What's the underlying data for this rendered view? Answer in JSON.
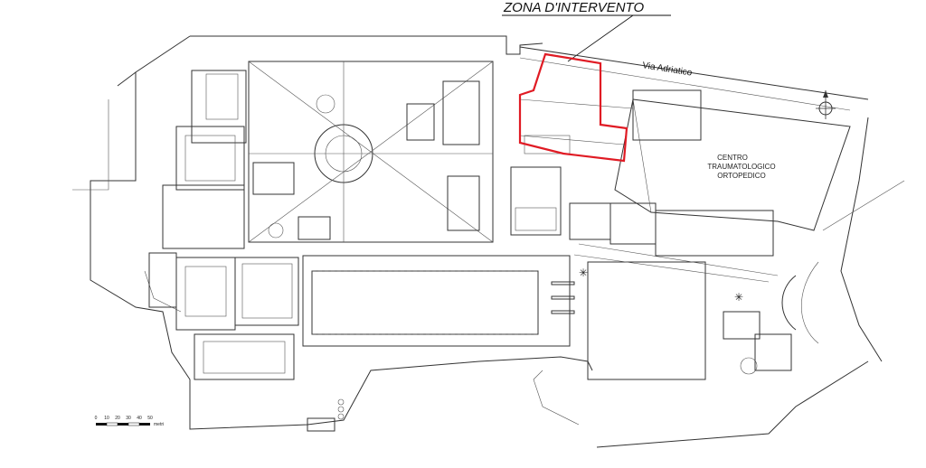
{
  "title": "ZONA D'INTERVENTO",
  "street_label": "Via Adriatico",
  "building_label": {
    "line1": "CENTRO",
    "line2": "TRAUMATOLOGICO",
    "line3": "ORTOPEDICO"
  },
  "scale_bar": {
    "ticks": [
      "0",
      "10",
      "20",
      "30",
      "40",
      "50"
    ],
    "unit": "metri"
  },
  "highlight_color": "#e01b24"
}
